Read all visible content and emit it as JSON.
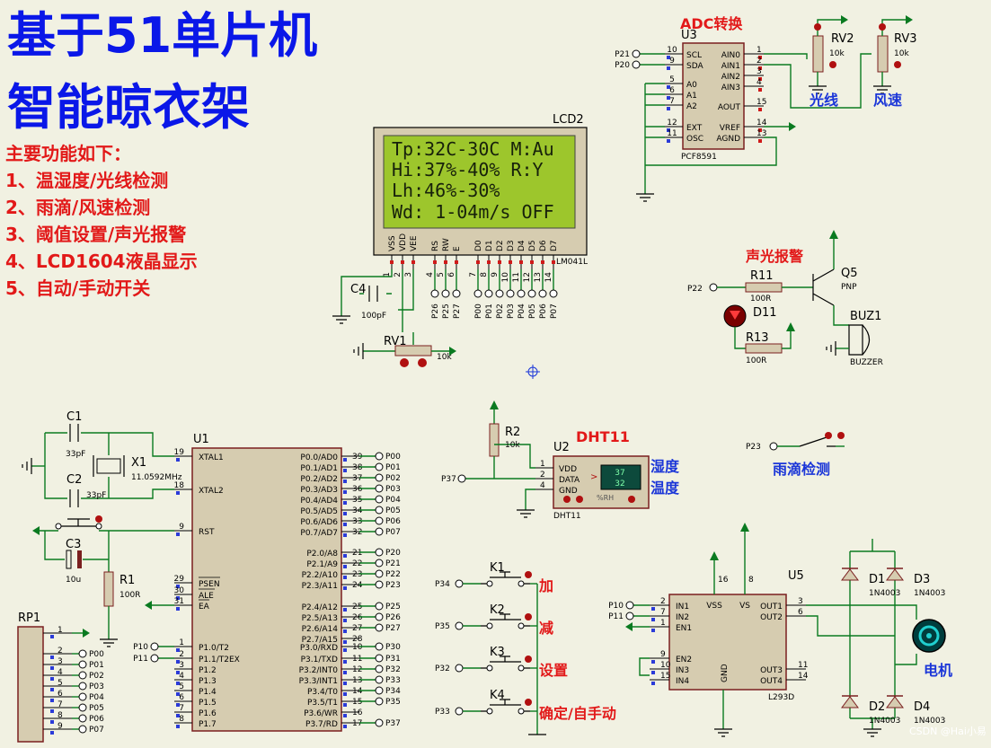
{
  "title": {
    "line1": "基于51单片机",
    "line2": "智能晾衣架"
  },
  "features": {
    "heading": "主要功能如下：",
    "items": [
      "1、温湿度/光线检测",
      "2、雨滴/风速检测",
      "3、阈值设置/声光报警",
      "4、LCD1604液晶显示",
      "5、自动/手动开关"
    ]
  },
  "lcd": {
    "ref": "LCD2",
    "part": "LM041L",
    "lines": [
      "Tp:32C-30C  M:Au",
      "Hi:37%-40%  R:Y",
      "Lh:46%-30%",
      "Wd: 1-04m/s   OFF"
    ],
    "pins": [
      "VSS",
      "VDD",
      "VEE",
      "RS",
      "RW",
      "E",
      "D0",
      "D1",
      "D2",
      "D3",
      "D4",
      "D5",
      "D6",
      "D7"
    ],
    "pin_numbers": [
      "1",
      "2",
      "3",
      "4",
      "5",
      "6",
      "7",
      "8",
      "9",
      "10",
      "11",
      "12",
      "13",
      "14"
    ],
    "ctrl_nets": [
      "P26",
      "P25",
      "P27"
    ],
    "data_nets": [
      "P00",
      "P01",
      "P02",
      "P03",
      "P04",
      "P05",
      "P06",
      "P07"
    ]
  },
  "adc": {
    "label": "ADC转换",
    "ref": "U3",
    "part": "PCF8591",
    "left_pins": [
      {
        "num": "10",
        "name": "SCL",
        "net": "P21"
      },
      {
        "num": "9",
        "name": "SDA",
        "net": "P20"
      },
      {
        "num": "5",
        "name": "A0"
      },
      {
        "num": "6",
        "name": "A1"
      },
      {
        "num": "7",
        "name": "A2"
      },
      {
        "num": "12",
        "name": "EXT"
      },
      {
        "num": "11",
        "name": "OSC"
      }
    ],
    "right_pins": [
      {
        "num": "1",
        "name": "AIN0"
      },
      {
        "num": "2",
        "name": "AIN1"
      },
      {
        "num": "3",
        "name": "AIN2"
      },
      {
        "num": "4",
        "name": "AIN3"
      },
      {
        "num": "15",
        "name": "AOUT"
      },
      {
        "num": "14",
        "name": "VREF"
      },
      {
        "num": "13",
        "name": "AGND"
      }
    ]
  },
  "pots": {
    "rv2": {
      "ref": "RV2",
      "value": "10k",
      "label": "光线"
    },
    "rv3": {
      "ref": "RV3",
      "value": "10k",
      "label": "风速"
    },
    "rv1": {
      "ref": "RV1",
      "value": "10k"
    }
  },
  "alarm": {
    "label": "声光报警",
    "net": "P22",
    "r11": {
      "ref": "R11",
      "value": "100R"
    },
    "r13": {
      "ref": "R13",
      "value": "100R"
    },
    "q5": {
      "ref": "Q5",
      "type": "PNP"
    },
    "d11": "D11",
    "buzzer": {
      "ref": "BUZ1",
      "part": "BUZZER"
    }
  },
  "c4": {
    "ref": "C4",
    "value": "100pF"
  },
  "mcu": {
    "ref": "U1",
    "left_pins": [
      {
        "num": "19",
        "name": "XTAL1"
      },
      {
        "num": "18",
        "name": "XTAL2"
      },
      {
        "num": "9",
        "name": "RST"
      },
      {
        "num": "29",
        "name": "PSEN"
      },
      {
        "num": "30",
        "name": "ALE"
      },
      {
        "num": "31",
        "name": "EA"
      },
      {
        "num": "1",
        "name": "P1.0/T2",
        "net": "P10"
      },
      {
        "num": "2",
        "name": "P1.1/T2EX",
        "net": "P11"
      },
      {
        "num": "3",
        "name": "P1.2"
      },
      {
        "num": "4",
        "name": "P1.3"
      },
      {
        "num": "5",
        "name": "P1.4"
      },
      {
        "num": "6",
        "name": "P1.5"
      },
      {
        "num": "7",
        "name": "P1.6"
      },
      {
        "num": "8",
        "name": "P1.7"
      }
    ],
    "right_pins": [
      {
        "num": "39",
        "name": "P0.0/AD0",
        "net": "P00"
      },
      {
        "num": "38",
        "name": "P0.1/AD1",
        "net": "P01"
      },
      {
        "num": "37",
        "name": "P0.2/AD2",
        "net": "P02"
      },
      {
        "num": "36",
        "name": "P0.3/AD3",
        "net": "P03"
      },
      {
        "num": "35",
        "name": "P0.4/AD4",
        "net": "P04"
      },
      {
        "num": "34",
        "name": "P0.5/AD5",
        "net": "P05"
      },
      {
        "num": "33",
        "name": "P0.6/AD6",
        "net": "P06"
      },
      {
        "num": "32",
        "name": "P0.7/AD7",
        "net": "P07"
      },
      {
        "num": "21",
        "name": "P2.0/A8",
        "net": "P20"
      },
      {
        "num": "22",
        "name": "P2.1/A9",
        "net": "P21"
      },
      {
        "num": "23",
        "name": "P2.2/A10",
        "net": "P22"
      },
      {
        "num": "24",
        "name": "P2.3/A11",
        "net": "P23"
      },
      {
        "num": "25",
        "name": "P2.4/A12",
        "net": "P25"
      },
      {
        "num": "26",
        "name": "P2.5/A13",
        "net": "P26"
      },
      {
        "num": "27",
        "name": "P2.6/A14",
        "net": "P27"
      },
      {
        "num": "28",
        "name": "P2.7/A15"
      },
      {
        "num": "10",
        "name": "P3.0/RXD",
        "net": "P30"
      },
      {
        "num": "11",
        "name": "P3.1/TXD",
        "net": "P31"
      },
      {
        "num": "12",
        "name": "P3.2/INT0",
        "net": "P32"
      },
      {
        "num": "13",
        "name": "P3.3/INT1",
        "net": "P33"
      },
      {
        "num": "14",
        "name": "P3.4/T0",
        "net": "P34"
      },
      {
        "num": "15",
        "name": "P3.5/T1",
        "net": "P35"
      },
      {
        "num": "16",
        "name": "P3.6/WR"
      },
      {
        "num": "17",
        "name": "P3.7/RD",
        "net": "P37"
      }
    ]
  },
  "crystal": {
    "c1": {
      "ref": "C1",
      "value": "33pF"
    },
    "c2": {
      "ref": "C2",
      "value": "33pF"
    },
    "x1": {
      "ref": "X1",
      "value": "11.0592MHz"
    }
  },
  "reset": {
    "c3": {
      "ref": "C3",
      "value": "10u"
    },
    "r1": {
      "ref": "R1",
      "value": "100R"
    }
  },
  "rp1": {
    "ref": "RP1",
    "pins": [
      "1",
      "2",
      "3",
      "4",
      "5",
      "6",
      "7",
      "8",
      "9"
    ],
    "nets": [
      "P00",
      "P01",
      "P02",
      "P03",
      "P04",
      "P05",
      "P06",
      "P07"
    ]
  },
  "dht": {
    "label": "DHT11",
    "ref": "U2",
    "part": "DHT11",
    "net": "P37",
    "r2": {
      "ref": "R2",
      "value": "10k"
    },
    "pins": [
      {
        "num": "1",
        "name": "VDD"
      },
      {
        "num": "2",
        "name": "DATA"
      },
      {
        "num": "4",
        "name": "GND"
      }
    ],
    "display": [
      "37",
      "32"
    ],
    "display_unit": "%RH",
    "side_labels": [
      "湿度",
      "温度"
    ]
  },
  "rain": {
    "net": "P23",
    "label": "雨滴检测"
  },
  "keys": [
    {
      "ref": "K1",
      "net": "P34",
      "label": "加"
    },
    {
      "ref": "K2",
      "net": "P35",
      "label": "减"
    },
    {
      "ref": "K3",
      "net": "P32",
      "label": "设置"
    },
    {
      "ref": "K4",
      "net": "P33",
      "label": "确定/自手动"
    }
  ],
  "driver": {
    "ref": "U5",
    "part": "L293D",
    "left_pins": [
      {
        "num": "2",
        "name": "IN1",
        "net": "P10"
      },
      {
        "num": "7",
        "name": "IN2",
        "net": "P11"
      },
      {
        "num": "1",
        "name": "EN1"
      },
      {
        "num": "9",
        "name": "EN2"
      },
      {
        "num": "10",
        "name": "IN3"
      },
      {
        "num": "15",
        "name": "IN4"
      }
    ],
    "top_pins": [
      {
        "num": "16",
        "name": "VSS"
      },
      {
        "num": "8",
        "name": "VS"
      }
    ],
    "right_pins": [
      {
        "num": "3",
        "name": "OUT1"
      },
      {
        "num": "6",
        "name": "OUT2"
      },
      {
        "num": "11",
        "name": "OUT3"
      },
      {
        "num": "14",
        "name": "OUT4"
      }
    ],
    "bottom_pin": "GND"
  },
  "diodes": [
    {
      "ref": "D1",
      "part": "1N4003"
    },
    {
      "ref": "D2",
      "part": "1N4003"
    },
    {
      "ref": "D3",
      "part": "1N4003"
    },
    {
      "ref": "D4",
      "part": "1N4003"
    }
  ],
  "motor": {
    "label": "电机"
  },
  "watermark": "CSDN @Hai小易",
  "colors": {
    "background": "#f1f1e2",
    "wire": "#0a7a20",
    "title": "#0a17e8",
    "annotation": "#e21919",
    "chip": "#d6ccb0",
    "lcd_screen": "#9dc62c"
  }
}
